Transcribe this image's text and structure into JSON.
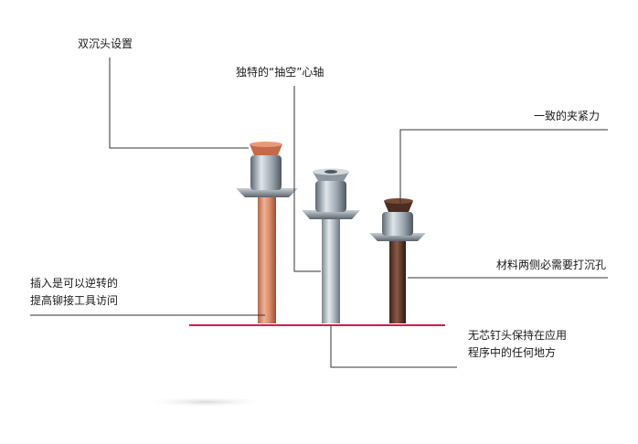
{
  "labels": {
    "double_countersunk": "双沉头设置",
    "hollow_mandrel": "独特的“抽空”心轴",
    "consistent_clamping": "一致的夹紧力",
    "insert_reverse_line1": "插入是可以逆转的",
    "insert_reverse_line2": "提高铆接工具访问",
    "countersink_both_sides": "材料两侧必需要打沉孔",
    "no_core_line1": "无芯钉头保持在应用",
    "no_core_line2": "程序中的任何地方"
  },
  "colors": {
    "reference_line": "#d81b4a",
    "leader_line": "#333333",
    "copper": "#c8785a",
    "steel": "#9aa3ad",
    "dark_brown": "#5a3a2c"
  }
}
